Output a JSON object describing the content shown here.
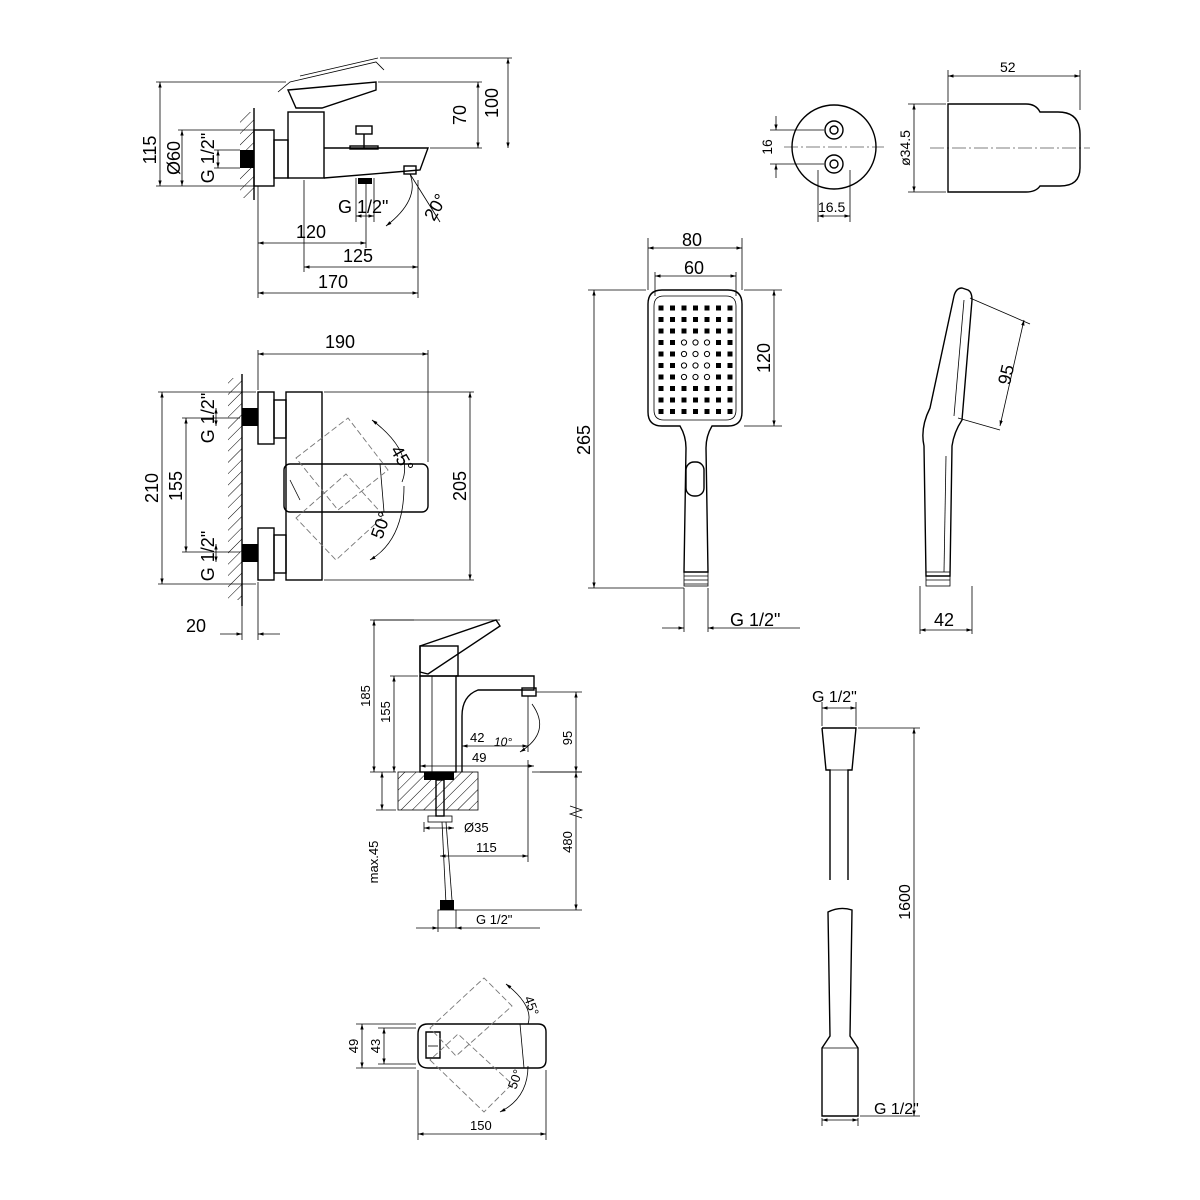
{
  "bath_mixer_side": {
    "dims": {
      "d115": "115",
      "d60": "Ø60",
      "g12_left": "G 1/2\"",
      "d70": "70",
      "d100": "100",
      "g12_bottom": "G 1/2\"",
      "angle20": "20°",
      "d120": "120",
      "d125": "125",
      "d170": "170"
    }
  },
  "bath_mixer_front": {
    "dims": {
      "d190": "190",
      "g12_top": "G 1/2\"",
      "g12_bottom": "G 1/2\"",
      "d210": "210",
      "d155": "155",
      "d205": "205",
      "angle45": "45°",
      "angle50": "50°",
      "d20": "20"
    }
  },
  "holder": {
    "dims": {
      "d52": "52",
      "d16": "16",
      "d16_5": "16.5",
      "d34_5": "ø34.5"
    }
  },
  "hand_shower_front": {
    "dims": {
      "d80": "80",
      "d60": "60",
      "d120": "120",
      "d265": "265",
      "g12": "G 1/2\""
    }
  },
  "hand_shower_side": {
    "dims": {
      "d95": "95",
      "d42": "42"
    }
  },
  "basin_mixer": {
    "dims": {
      "d185": "185",
      "d155": "155",
      "d42": "42",
      "angle10": "10°",
      "d95": "95",
      "d49": "49",
      "d35": "Ø35",
      "d115": "115",
      "d480": "480",
      "max45": "max.45",
      "g12": "G 1/2\""
    }
  },
  "basin_top": {
    "dims": {
      "d49": "49",
      "d43": "43",
      "angle45": "45°",
      "angle50": "50°",
      "d150": "150"
    }
  },
  "hose": {
    "dims": {
      "g12_top": "G 1/2\"",
      "d1600": "1600",
      "g12_bottom": "G 1/2\""
    }
  }
}
